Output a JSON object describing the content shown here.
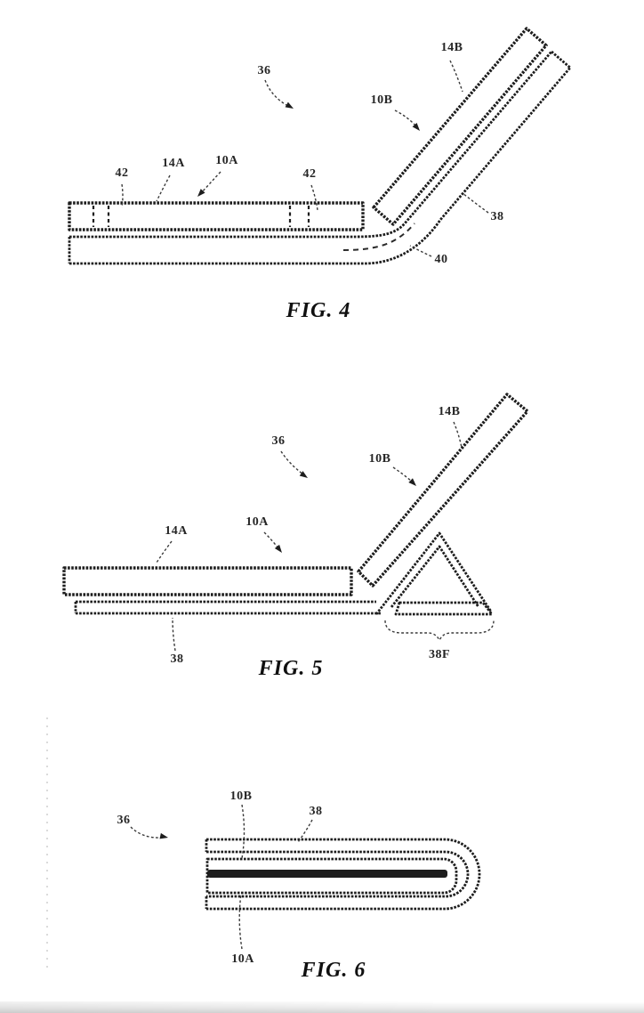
{
  "page_background": "#ffffff",
  "ink_color": "#1d1d1d",
  "figures": {
    "fig4": {
      "title": "FIG. 4",
      "refs": {
        "r36": "36",
        "r14B": "14B",
        "r10B": "10B",
        "r42L": "42",
        "r14A": "14A",
        "r10A": "10A",
        "r42R": "42",
        "r38": "38",
        "r40": "40"
      }
    },
    "fig5": {
      "title": "FIG. 5",
      "refs": {
        "r36": "36",
        "r14B": "14B",
        "r10B": "10B",
        "r14A": "14A",
        "r10A": "10A",
        "r38": "38",
        "r38F": "38F"
      }
    },
    "fig6": {
      "title": "FIG. 6",
      "refs": {
        "r36": "36",
        "r10B": "10B",
        "r38": "38",
        "r10A": "10A"
      }
    }
  }
}
